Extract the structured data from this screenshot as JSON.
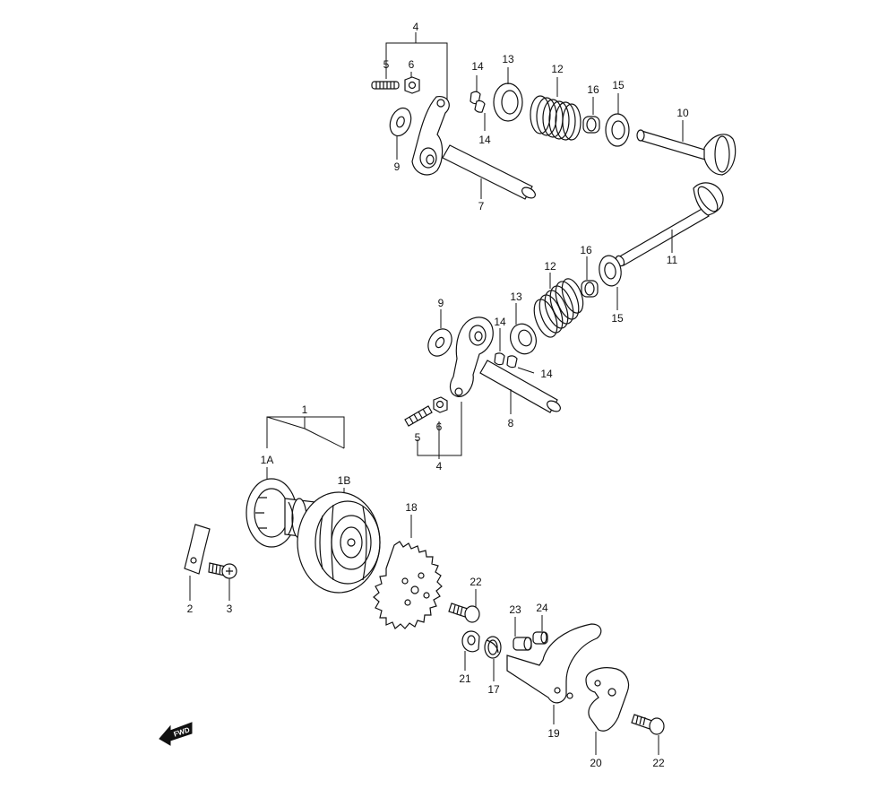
{
  "callouts": {
    "c4_top": "4",
    "c5_top": "5",
    "c6_top": "6",
    "c9_top": "9",
    "c7": "7",
    "c14_a": "14",
    "c14_b": "14",
    "c13_top": "13",
    "c12_top": "12",
    "c16_top": "16",
    "c15_top": "15",
    "c10": "10",
    "c11": "11",
    "c12_mid": "12",
    "c16_mid": "16",
    "c15_mid": "15",
    "c13_mid": "13",
    "c14_c": "14",
    "c14_d": "14",
    "c9_mid": "9",
    "c8": "8",
    "c5_mid": "5",
    "c6_mid": "6",
    "c4_mid": "4",
    "c1": "1",
    "c1a": "1A",
    "c1b": "1B",
    "c18": "18",
    "c2": "2",
    "c3": "3",
    "c22_a": "22",
    "c23": "23",
    "c24": "24",
    "c21": "21",
    "c17": "17",
    "c19": "19",
    "c20": "20",
    "c22_b": "22"
  },
  "fwd_label": "FWD"
}
